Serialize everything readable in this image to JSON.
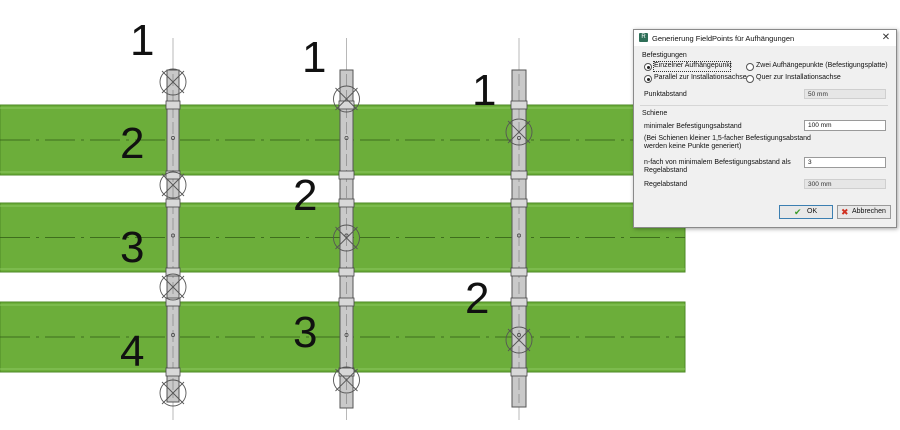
{
  "drawing": {
    "group_labels": [
      [
        "1",
        "2",
        "3",
        "4"
      ],
      [
        "1",
        "2",
        "3"
      ],
      [
        "1",
        "2"
      ]
    ]
  },
  "dialog": {
    "title": "Generierung FieldPoints für Aufhängungen",
    "close_icon": "close-icon",
    "app_icon": "app-icon",
    "befestigungen": {
      "heading": "Befestigungen",
      "option_single": "Einzelner Aufhängepunkt",
      "option_double": "Zwei Aufhängepunkte (Befestigungsplatte)",
      "option_parallel": "Parallel zur Installationsachse",
      "option_cross": "Quer zur Installationsachse",
      "selected_count": "Einzelner Aufhängepunkt",
      "selected_orientation": "Parallel zur Installationsachse",
      "punktabstand_label": "Punktabstand",
      "punktabstand_value": "50 mm"
    },
    "schiene": {
      "heading": "Schiene",
      "min_label": "minimaler Befestigungsabstand",
      "min_value": "100 mm",
      "note_line1": "(Bei Schienen kleiner 1,5-facher Befestigungsabstand",
      "note_line2": "werden keine Punkte generiert)",
      "factor_label_line1": "n-fach von minimalem Befestigungsabstand als",
      "factor_label_line2": "Regelabstand",
      "factor_value": "3",
      "regel_label": "Regelabstand",
      "regel_value": "300 mm"
    },
    "buttons": {
      "ok_label": "OK",
      "ok_icon": "check-icon",
      "cancel_label": "Abbrechen",
      "cancel_icon": "cross-icon"
    }
  },
  "colors": {
    "band_fill": "#6cae3a",
    "band_edge": "#4e8a25",
    "rail_fill": "#c9c9c9",
    "rail_edge": "#555555",
    "ok_check": "#3a9a2a",
    "cancel_cross": "#d03020"
  }
}
